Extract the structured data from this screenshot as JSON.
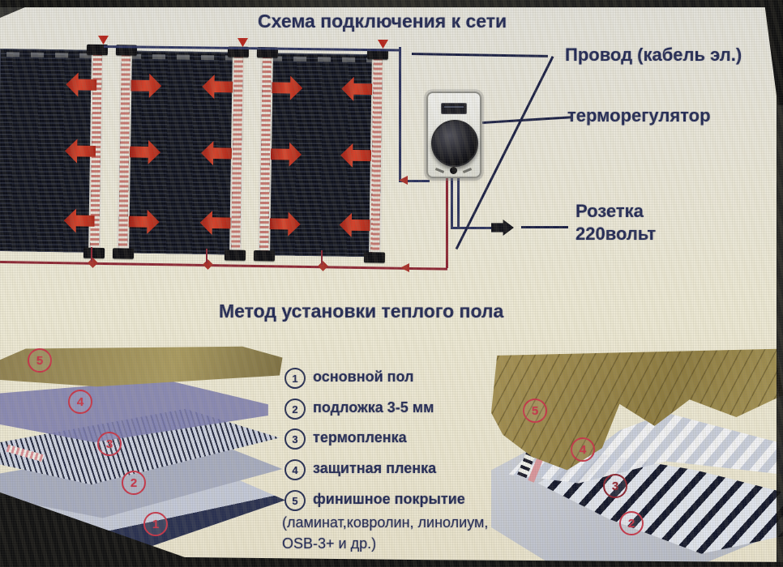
{
  "scheme": {
    "title": "Схема подключения к сети",
    "label_wire": "Провод (кабель эл.)",
    "label_thermostat": "терморегулятор",
    "label_outlet_line1": "Розетка",
    "label_outlet_line2": "220вольт"
  },
  "install": {
    "title": "Метод установки теплого пола",
    "legend": [
      {
        "num": "1",
        "label": "основной пол"
      },
      {
        "num": "2",
        "label": "подложка 3-5 мм"
      },
      {
        "num": "3",
        "label": "термопленка"
      },
      {
        "num": "4",
        "label": "защитная пленка"
      },
      {
        "num": "5",
        "label": "финишное покрытие"
      }
    ],
    "note_line1": "(ламинат,ковролин, линолиум,",
    "note_line2": "OSB-3+ и др.)",
    "left_diagram_numbers": [
      "5",
      "4",
      "3",
      "2",
      "1"
    ],
    "right_diagram_numbers": [
      "5",
      "4",
      "3",
      "2"
    ]
  },
  "colors": {
    "text_navy": "#232a55",
    "panel_dark": "#0d0f18",
    "arrow_red": "#c0392b",
    "wire_blue": "#2e3560",
    "wire_red": "#8c2634",
    "number_red": "#c5374a",
    "wood": "#9c8a4e",
    "background": "#eae5d0"
  }
}
